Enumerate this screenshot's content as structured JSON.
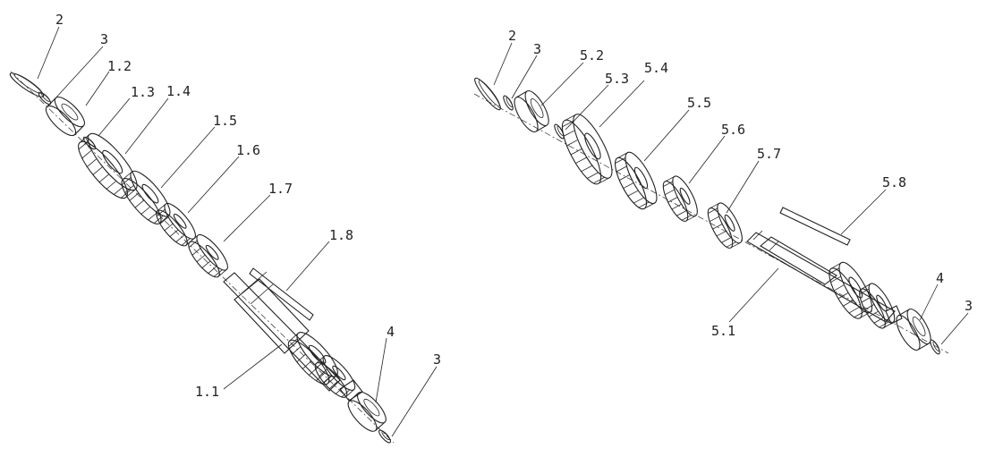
{
  "left_assembly": {
    "labels": {
      "p2": "2",
      "p3_top": "3",
      "p1_2": "1.2",
      "p1_3": "1.3",
      "p1_4": "1.4",
      "p1_5": "1.5",
      "p1_6": "1.6",
      "p1_7": "1.7",
      "p1_8": "1.8",
      "p1_1": "1.1",
      "p4": "4",
      "p3_bottom": "3"
    }
  },
  "right_assembly": {
    "labels": {
      "p2": "2",
      "p3_top": "3",
      "p5_2": "5.2",
      "p5_3": "5.3",
      "p5_4": "5.4",
      "p5_5": "5.5",
      "p5_6": "5.6",
      "p5_7": "5.7",
      "p5_8": "5.8",
      "p5_1": "5.1",
      "p4": "4",
      "p3_bottom": "3"
    }
  }
}
